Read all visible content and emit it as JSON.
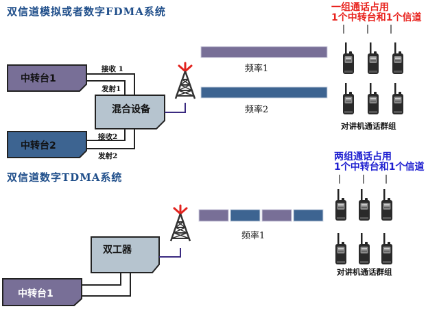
{
  "colors": {
    "title": "#1f4e8a",
    "purple": "#786f97",
    "blue": "#3d6491",
    "combiner": "#b6c4cf",
    "red_note": "#e8231e",
    "blue_note": "#1d1ed0",
    "antenna_red": "#e2231e",
    "feed_line": "#3a2a80"
  },
  "fdma": {
    "title": "双信道模拟或者数字FDMA系统",
    "note_line1": "一组通话占用",
    "note_line2": "1个中转台和1个信道",
    "repeater1": "中转台1",
    "repeater2": "中转台2",
    "combiner": "混合设备",
    "rx1": "接收 1",
    "tx1": "发射1",
    "rx2": "接收2",
    "tx2": "发射2",
    "freq1": "频率1",
    "freq2": "频率2",
    "group": "对讲机通话群组",
    "radio_count": 6
  },
  "tdma": {
    "title": "双信道数字TDMA系统",
    "note_line1": "两组通话占用",
    "note_line2": "1个中转台和1个信道",
    "repeater1": "中转台1",
    "duplexer": "双工器",
    "freq1": "频率1",
    "timeslots": [
      "slot-1",
      "slot-2",
      "slot-1",
      "slot-2"
    ],
    "group": "对讲机通话群组",
    "radio_count": 6
  }
}
